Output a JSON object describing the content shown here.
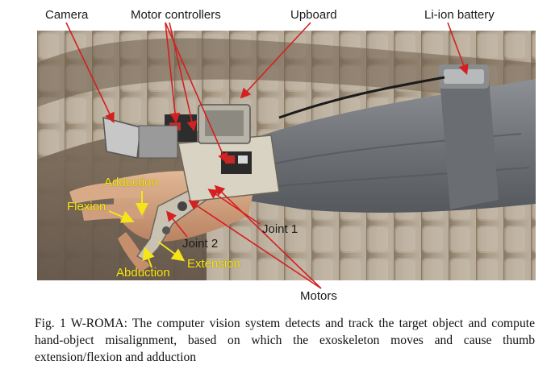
{
  "figure": {
    "labels": {
      "camera": "Camera",
      "motor_controllers": "Motor controllers",
      "upboard": "Upboard",
      "battery": "Li-ion battery",
      "adduction_top": "Adduction",
      "flexion": "Flexion",
      "joint1": "Joint 1",
      "joint2": "Joint 2",
      "extension": "Extension",
      "abduction": "Abduction",
      "motors": "Motors"
    },
    "caption": "Fig. 1 W-ROMA: The computer vision system detects and track the target object and compute hand-object misalignment, based on which the exoskeleton moves and cause thumb extension/flexion and adduction",
    "colors": {
      "annotation_dark": "#1a1a1a",
      "annotation_yellow": "#f4e41a",
      "arrow_red": "#d42020"
    }
  }
}
